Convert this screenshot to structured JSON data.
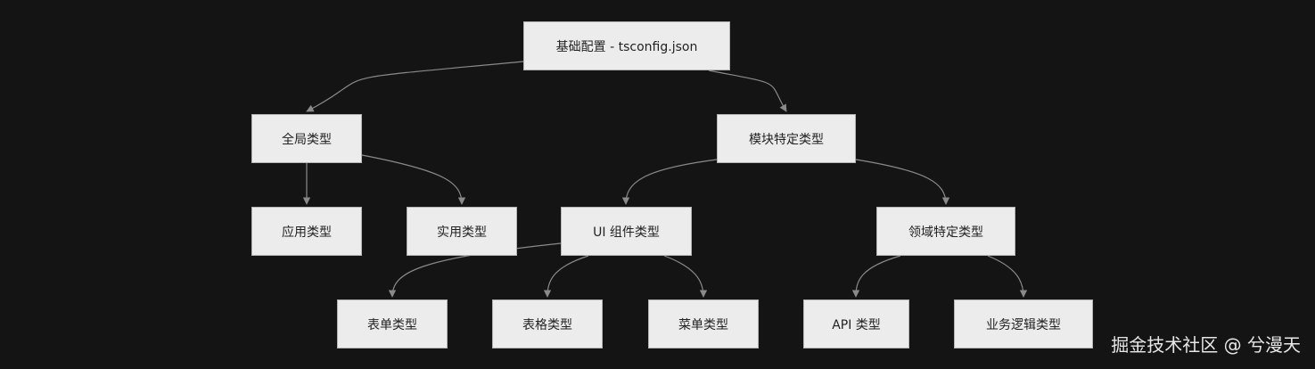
{
  "diagram": {
    "nodes": {
      "root": "基础配置 - tsconfig.json",
      "global": "全局类型",
      "module": "模块特定类型",
      "app": "应用类型",
      "util": "实用类型",
      "ui": "UI 组件类型",
      "domain": "领域特定类型",
      "form": "表单类型",
      "table": "表格类型",
      "menu": "菜单类型",
      "api": "API 类型",
      "biz": "业务逻辑类型"
    },
    "edges": [
      {
        "from": "root",
        "to": "global"
      },
      {
        "from": "root",
        "to": "module"
      },
      {
        "from": "global",
        "to": "app"
      },
      {
        "from": "global",
        "to": "util"
      },
      {
        "from": "module",
        "to": "ui"
      },
      {
        "from": "module",
        "to": "domain"
      },
      {
        "from": "ui",
        "to": "form"
      },
      {
        "from": "ui",
        "to": "table"
      },
      {
        "from": "ui",
        "to": "menu"
      },
      {
        "from": "domain",
        "to": "api"
      },
      {
        "from": "domain",
        "to": "biz"
      }
    ],
    "colors": {
      "background": "#141414",
      "node_fill": "#ececec",
      "node_border": "#b4b4b4",
      "edge": "#8a8a8a",
      "text": "#222222"
    }
  },
  "watermark": "掘金技术社区 @ 兮漫天"
}
